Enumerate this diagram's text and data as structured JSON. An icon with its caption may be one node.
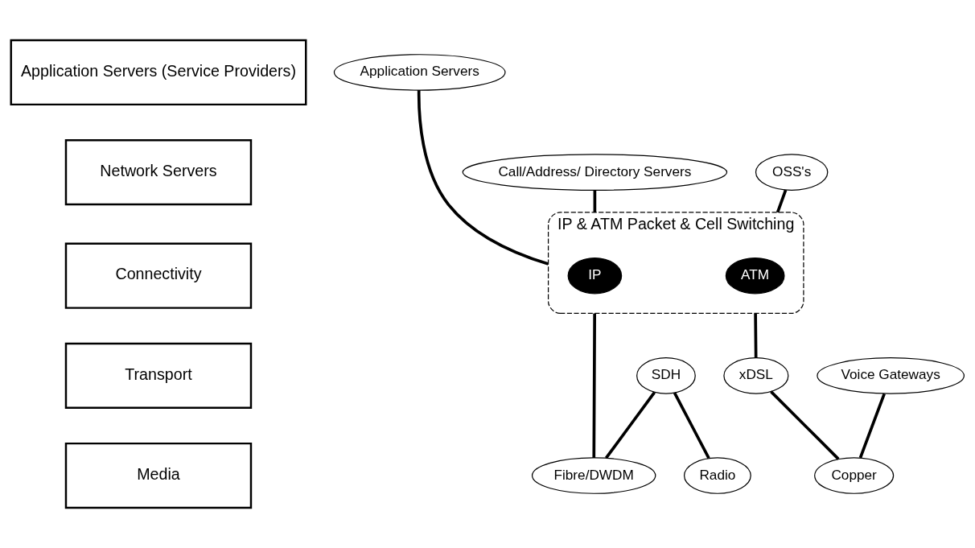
{
  "diagram": {
    "nodes": [
      {
        "text": [
          "Application Servers (Service Providers)"
        ]
      },
      {
        "text": [
          "Network Servers"
        ]
      },
      {
        "text": [
          "Connectivity"
        ]
      },
      {
        "text": [
          "Transport"
        ]
      },
      {
        "text": [
          "Media"
        ]
      },
      {
        "text": [
          "Application Servers"
        ]
      },
      {
        "text": [
          "Call/Address/ Directory Servers"
        ]
      },
      {
        "text": [
          "OSS's"
        ]
      },
      {
        "text": [
          "IP & ATM Packet & Cell Switching"
        ]
      },
      {
        "text": [
          "IP"
        ],
        "in": 8
      },
      {
        "text": [
          "ATM"
        ],
        "in": 8
      },
      {
        "text": [
          "SDH"
        ]
      },
      {
        "text": [
          "Fibre/DWDM"
        ]
      },
      {
        "text": [
          "xDSL"
        ]
      },
      {
        "text": [
          "Voice Gateways"
        ]
      },
      {
        "text": [
          "Radio"
        ]
      },
      {
        "text": [
          "Copper"
        ]
      }
    ],
    "edges": [
      {
        "from": 6,
        "to": 8,
        "arrow": "none"
      },
      {
        "from": 7,
        "to": 8,
        "arrow": "none"
      },
      {
        "from": 5,
        "to": 8,
        "arrow": "none"
      },
      {
        "from": 8,
        "to": 12,
        "arrow": "none"
      },
      {
        "from": 8,
        "to": 13,
        "arrow": "none"
      },
      {
        "from": 11,
        "to": 12,
        "arrow": "none"
      },
      {
        "from": 11,
        "to": 15,
        "arrow": "none"
      },
      {
        "from": 13,
        "to": 16,
        "arrow": "none"
      },
      {
        "from": 14,
        "to": 16,
        "arrow": "none"
      }
    ]
  }
}
